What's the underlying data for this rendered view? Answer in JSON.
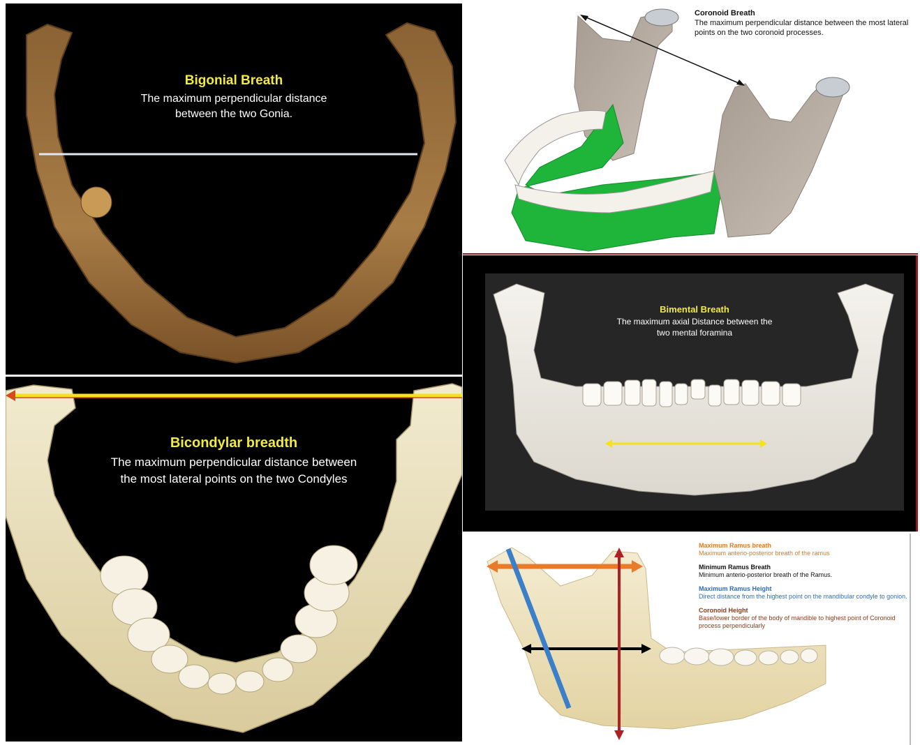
{
  "bigonial": {
    "title": "Bigonial Breath",
    "line1": "The maximum perpendicular distance",
    "line2": "between the two Gonia."
  },
  "coronoid": {
    "title": "Coronoid Breath",
    "body": "The maximum perpendicular distance between the most lateral points on the two coronoid processes."
  },
  "bicondylar": {
    "title": "Bicondylar breadth",
    "line1": "The maximum perpendicular distance between",
    "line2": "the most lateral points on the two Condyles"
  },
  "bimental": {
    "title": "Bimental Breath",
    "line1": "The maximum axial Distance between the",
    "line2": "two mental foramina"
  },
  "ramus": {
    "items": [
      {
        "title": "Maximum Ramus breath",
        "body": "Maximum anterio-posterior breath of the ramus",
        "color": "#e07a1f"
      },
      {
        "title": "Minimum Ramus Breath",
        "body": "Minimum anterio-posterior breath of the Ramus.",
        "color": "#111111"
      },
      {
        "title": "Maximum Ramus Height",
        "body": "Direct distance from the highest point on the mandibular condyle to gonion.",
        "color": "#2f6db5"
      },
      {
        "title": "Coronoid Height",
        "body": "Base/lower border of the body of mandible to highest point of Coronoid process perpendicularly",
        "color": "#8b3a1a"
      }
    ]
  },
  "colors": {
    "arrow_yellow": "#f5e21b",
    "arrow_orange": "#e87a2a",
    "arrow_blue": "#3a7fc8",
    "arrow_red": "#b01f24",
    "arrow_black": "#000000",
    "green_region": "#1fb43a",
    "bone_brown": "#a57a44",
    "bone_light": "#efe6c6",
    "bone_grey": "#b8aea3"
  }
}
